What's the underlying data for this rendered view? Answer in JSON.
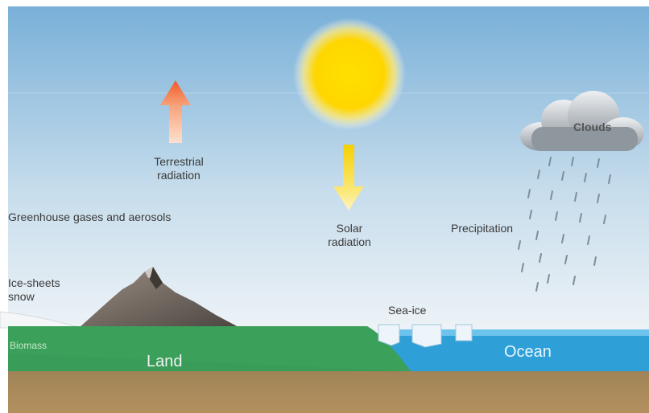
{
  "labels": {
    "terrestrial_line1": "Terrestrial",
    "terrestrial_line2": "radiation",
    "solar_line1": "Solar",
    "solar_line2": "radiation",
    "greenhouse": "Greenhouse gases and aerosols",
    "precipitation": "Precipitation",
    "clouds": "Clouds",
    "ice_sheets_line1": "Ice-sheets",
    "ice_sheets_line2": "snow",
    "sea_ice": "Sea-ice",
    "biomass": "Biomass",
    "land": "Land",
    "ocean": "Ocean"
  },
  "colors": {
    "sky_top": "#7fb3d9",
    "sky_bottom": "#eef4f8",
    "sun": "#ffd400",
    "land_green": "#3aa05a",
    "soil": "#a68a5e",
    "ocean": "#2a98d2",
    "arrow_up": "#f26b3a",
    "arrow_down": "#f5d800",
    "cloud": "#9aa2ab"
  }
}
